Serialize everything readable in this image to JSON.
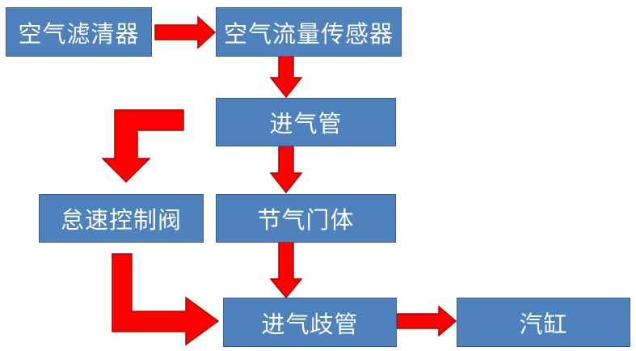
{
  "nodes": {
    "air_filter": "空气滤清器",
    "air_flow_sensor": "空气流量传感器",
    "intake_pipe": "进气管",
    "idle_control_valve": "怠速控制阀",
    "throttle_body": "节气门体",
    "intake_manifold": "进气歧管",
    "cylinder": "汽缸"
  },
  "colors": {
    "box_fill": "#4f81bd",
    "box_border": "#385d8a",
    "box_text": "#ffffff",
    "arrow_fill": "#ff0000"
  }
}
